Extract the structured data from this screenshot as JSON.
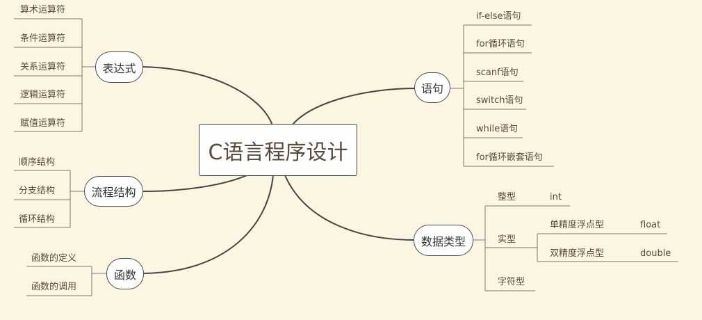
{
  "central": "C语言程序设计",
  "left": {
    "expressions": {
      "title": "表达式",
      "items": [
        "算术运算符",
        "条件运算符",
        "关系运算符",
        "逻辑运算符",
        "赋值运算符"
      ]
    },
    "flow": {
      "title": "流程结构",
      "items": [
        "顺序结构",
        "分支结构",
        "循环结构"
      ]
    },
    "functions": {
      "title": "函数",
      "items": [
        "函数的定义",
        "函数的调用"
      ]
    }
  },
  "right": {
    "statements": {
      "title": "语句",
      "items": [
        "if-else语句",
        "for循环语句",
        "scanf语句",
        "switch语句",
        "while语句",
        "for循环嵌套语句"
      ]
    },
    "datatypes": {
      "title": "数据类型",
      "integer": {
        "label": "整型",
        "value": "int"
      },
      "real": {
        "label": "实型",
        "single": {
          "label": "单精度浮点型",
          "value": "float"
        },
        "double": {
          "label": "双精度浮点型",
          "value": "double"
        }
      },
      "char": {
        "label": "字符型"
      }
    }
  },
  "colors": {
    "background": "#fbf5e2",
    "line": "#444444",
    "leaf_text": "#5a4a3a"
  }
}
